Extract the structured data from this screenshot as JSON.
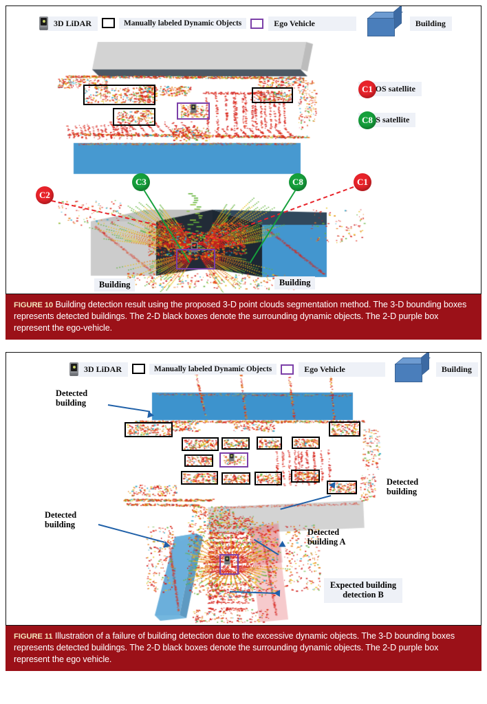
{
  "page": {
    "background": "#ffffff",
    "caption_bar_color": "#9b1118",
    "caption_number_color": "#f2e2b8"
  },
  "legend": {
    "items": [
      {
        "icon": "lidar-sensor-icon",
        "label": "3D LiDAR"
      },
      {
        "icon": "black-rect-icon",
        "label": "Manually labeled\nDynamic Objects"
      },
      {
        "icon": "purple-rect-icon",
        "label": "Ego Vehicle"
      },
      {
        "icon": "blue-cube-icon",
        "label": "Building"
      }
    ]
  },
  "figure10": {
    "satellite_legend": [
      {
        "id": "C1",
        "type": "nlos",
        "color": "#e8232a",
        "label": "NLOS satellite"
      },
      {
        "id": "C8",
        "type": "los",
        "color": "#16a03c",
        "label": "LOS satellite"
      }
    ],
    "satellites": [
      {
        "id": "C2",
        "type": "nlos",
        "color": "#e8232a"
      },
      {
        "id": "C3",
        "type": "los",
        "color": "#16a03c"
      },
      {
        "id": "C8",
        "type": "los",
        "color": "#16a03c"
      },
      {
        "id": "C1",
        "type": "nlos",
        "color": "#e8232a"
      }
    ],
    "building_labels": [
      "Building",
      "Building"
    ],
    "caption_number": "FIGURE 10",
    "caption_text": "Building detection result using the proposed 3-D point clouds segmentation method. The 3-D bounding boxes represents detected buildings. The 2-D black boxes denote the surrounding dynamic objects. The 2-D purple box represent the ego-vehicle."
  },
  "figure11": {
    "annotations": [
      {
        "id": "detected-building-top-left",
        "text": "Detected\nbuilding",
        "boxed": false
      },
      {
        "id": "detected-building-right",
        "text": "Detected\nbuilding",
        "boxed": false
      },
      {
        "id": "detected-building-left",
        "text": "Detected\nbuilding",
        "boxed": false
      },
      {
        "id": "detected-building-a",
        "text": "Detected\nbuilding A",
        "boxed": false
      },
      {
        "id": "expected-building-detection-b",
        "text": "Expected building\ndetection B",
        "boxed": true
      }
    ],
    "caption_number": "FIGURE 11",
    "caption_text": "Illustration of a failure of building detection due to the excessive dynamic objects. The 3-D bounding boxes represents detected buildings. The 2-D black boxes denote the surrounding dynamic objects. The 2-D purple box represent the ego vehicle."
  },
  "colors": {
    "building_blue": "#3d93cd",
    "building_gray": "#cfcfcf",
    "building_pink": "#f1a9ab",
    "ego_purple": "#7b3fa8",
    "nlos_red": "#e8232a",
    "los_green": "#16a03c",
    "arrow_blue": "#1f60a8"
  }
}
